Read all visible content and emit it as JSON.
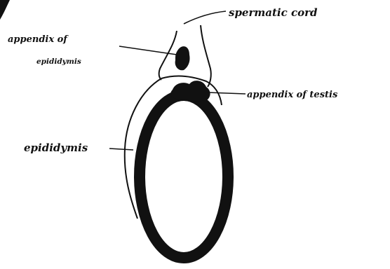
{
  "labels": {
    "spermatic_cord": "spermatic cord",
    "appendix_of_epididymis_line1": "appendix of",
    "appendix_of_epididymis_line2": "epididymis",
    "appendix_of_testis": "appendix of testis",
    "epididymis": "epididymis"
  },
  "colors": {
    "ink": "#111111",
    "background": "#ffffff"
  }
}
